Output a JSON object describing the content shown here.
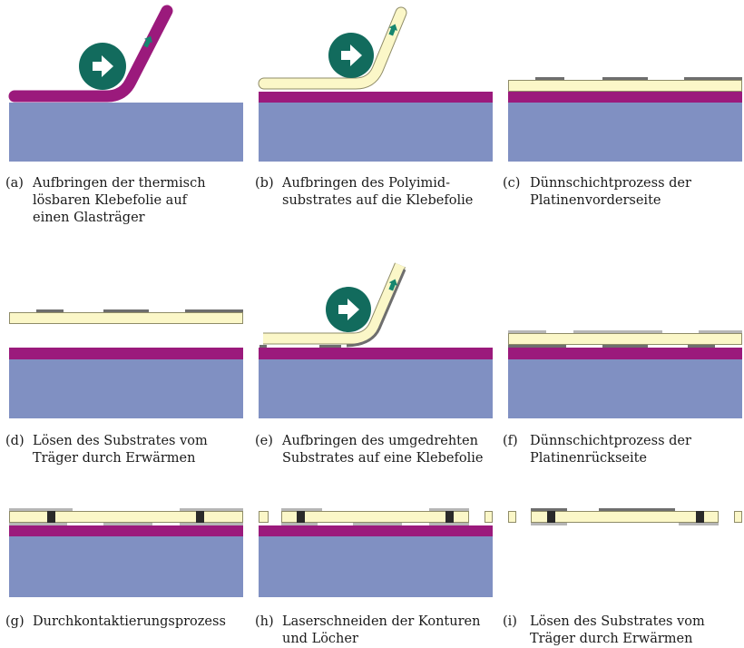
{
  "colors": {
    "glass": "#8090c2",
    "adhesive": "#9b1a7c",
    "polyimide": "#fbf7c8",
    "polyimide_stroke": "#8f8c68",
    "metal_dark": "#6e6e6e",
    "metal_light": "#b6b6b6",
    "via": "#2a2a2a",
    "roller": "#126b5d",
    "arrow": "#ffffff",
    "small_arrow": "#17866f"
  },
  "icons": [
    "roller-icon",
    "right-arrow-icon",
    "up-arrow-icon"
  ],
  "steps": [
    {
      "label": "(a)",
      "text": "Aufbringen der thermisch\nlösbaren Klebefolie auf\neinen Glasträger"
    },
    {
      "label": "(b)",
      "text": "Aufbringen des Polyimid-\nsubstrates auf die Klebefolie"
    },
    {
      "label": "(c)",
      "text": "Dünnschichtprozess der\nPlatinenvorderseite"
    },
    {
      "label": "(d)",
      "text": "Lösen des Substrates vom\nTräger durch Erwärmen"
    },
    {
      "label": "(e)",
      "text": "Aufbringen des umgedrehten\nSubstrates auf eine Klebefolie"
    },
    {
      "label": "(f)",
      "text": "Dünnschichtprozess der\nPlatinenrückseite"
    },
    {
      "label": "(g)",
      "text": "Durchkontaktierungsprozess"
    },
    {
      "label": "(h)",
      "text": "Laserschneiden der Konturen\nund Löcher"
    },
    {
      "label": "(i)",
      "text": "Lösen des Substrates vom\nTräger durch Erwärmen"
    }
  ]
}
